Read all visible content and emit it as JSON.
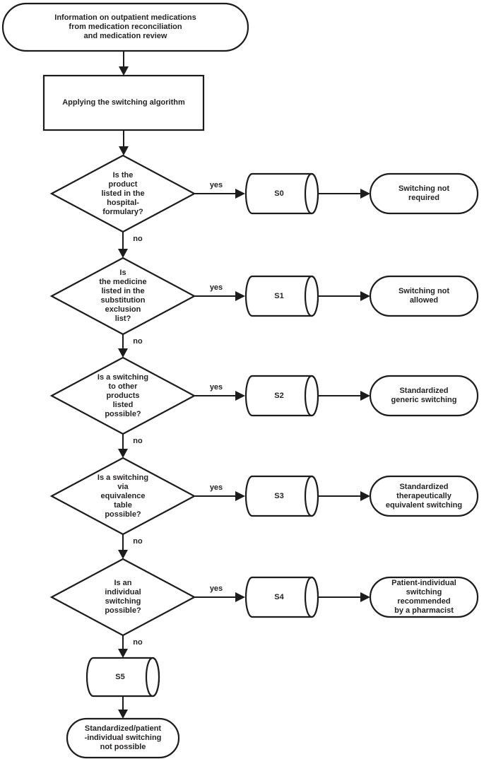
{
  "figure": {
    "start": "Information on outpatient medications\nfrom medication reconciliation\nand medication review",
    "process": "Applying the switching algorithm",
    "yes_label": "yes",
    "no_label": "no",
    "rows": [
      {
        "question": "Is the\nproduct\nlisted in the\nhospital-\nformulary?",
        "code": "S0",
        "outcome": "Switching not\nrequired"
      },
      {
        "question": "Is\nthe medicine\nlisted in the\nsubstitution\nexclusion\nlist?",
        "code": "S1",
        "outcome": "Switching not\nallowed"
      },
      {
        "question": "Is a switching\nto other\nproducts\nlisted\npossible?",
        "code": "S2",
        "outcome": "Standardized\ngeneric switching"
      },
      {
        "question": "Is a switching\nvia\nequivalence\ntable\npossible?",
        "code": "S3",
        "outcome": "Standardized\ntherapeutically\nequivalent switching"
      },
      {
        "question": "Is an\nindividual\nswitching\npossible?",
        "code": "S4",
        "outcome": "Patient-individual\nswitching\nrecommended\nby a pharmacist"
      }
    ],
    "final": {
      "code": "S5",
      "outcome": "Standardized/patient\n-individual switching\nnot possible"
    },
    "colors": {
      "stroke": "#1c1c1c",
      "text": "#262324",
      "fill": "#ffffff"
    }
  }
}
